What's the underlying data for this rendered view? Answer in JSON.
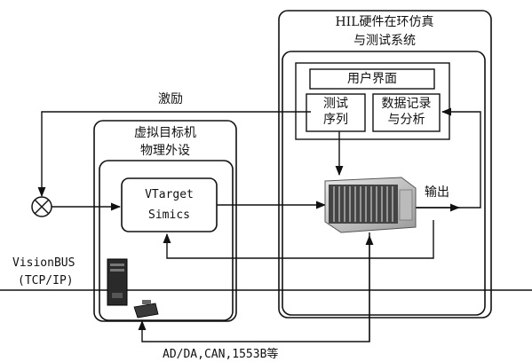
{
  "hil_system": {
    "title_line1": "HIL硬件在环仿真",
    "title_line2": "与测试系统",
    "user_interface": "用户界面",
    "test_sequence_line1": "测试",
    "test_sequence_line2": "序列",
    "data_record_line1": "数据记录",
    "data_record_line2": "与分析",
    "output_label": "输出"
  },
  "virtual_target": {
    "title_line1": "虚拟目标机",
    "title_line2": "物理外设",
    "vtarget_line1": "VTarget",
    "vtarget_line2": "Simics"
  },
  "stimulus_label": "激励",
  "bus": {
    "name": "VisionBUS",
    "protocol": "(TCP/IP)"
  },
  "interfaces_label": "AD/DA,CAN,1553B等",
  "icons": {
    "summing_junction": "summing-junction-icon",
    "pxi_chassis": "pxi-chassis-icon",
    "pc_tower": "pc-tower-icon",
    "io_device": "io-device-icon"
  }
}
